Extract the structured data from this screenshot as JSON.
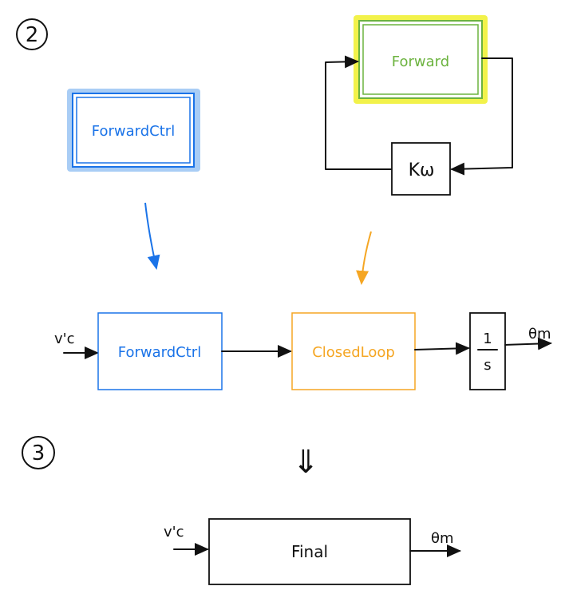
{
  "steps": {
    "step2": "2",
    "step3": "3"
  },
  "blocks": {
    "forward_ctrl_top": "ForwardCtrl",
    "forward": "Forward",
    "feedback_gain": "Kω",
    "forward_ctrl": "ForwardCtrl",
    "closed_loop": "ClosedLoop",
    "integrator_num": "1",
    "integrator_den": "s",
    "final": "Final"
  },
  "signals": {
    "input": "v'c",
    "input_bottom": "v'c",
    "output": "θm",
    "output_bottom": "θm"
  },
  "symbols": {
    "implies": "⇓"
  },
  "colors": {
    "blue": "#1a73e8",
    "blue_highlight": "#a9cdf5",
    "green": "#6cb33f",
    "yellow_highlight": "#f2f24a",
    "orange": "#f5a623",
    "ink": "#111111"
  }
}
